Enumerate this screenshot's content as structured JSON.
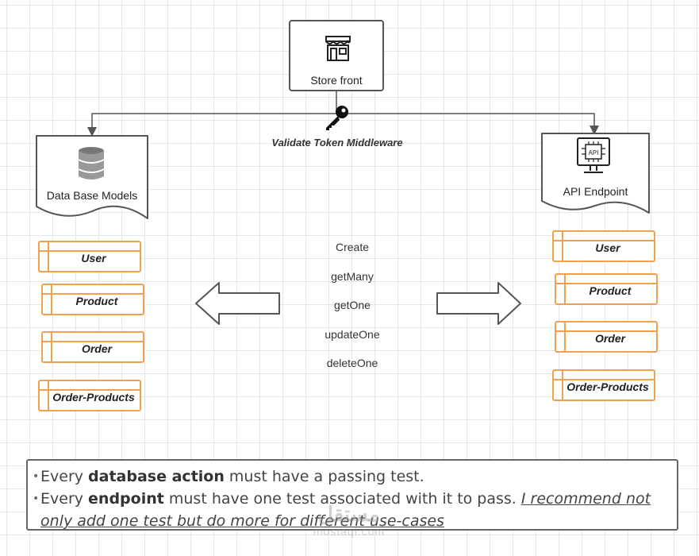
{
  "storefront": {
    "label": "Store front",
    "icon": "storefront-icon"
  },
  "middleware": {
    "label": "Validate Token Middleware",
    "icon": "key-icon"
  },
  "db_models": {
    "label": "Data Base Models",
    "icon": "database-icon",
    "entities": [
      "User",
      "Product",
      "Order",
      "Order-Products"
    ]
  },
  "api_endpoint": {
    "label": "API Endpoint",
    "icon": "api-chip-icon",
    "icon_text": "API",
    "entities": [
      "User",
      "Product",
      "Order",
      "Order-Products"
    ]
  },
  "methods": [
    "Create",
    "getMany",
    "getOne",
    "updateOne",
    "deleteOne"
  ],
  "notes": {
    "line1": {
      "pre": "Every ",
      "bold": "database action",
      "post": " must have a passing test."
    },
    "line2": {
      "pre": "Every ",
      "bold": "endpoint",
      "post": " must have one test associated with it to pass. ",
      "recommendation": "I recommend not only add one test but do more for different use-cases"
    }
  },
  "watermark": {
    "top": "مستقل",
    "bottom": "mostaql.com"
  },
  "colors": {
    "entity_border": "#f0a050",
    "line": "#555555"
  }
}
